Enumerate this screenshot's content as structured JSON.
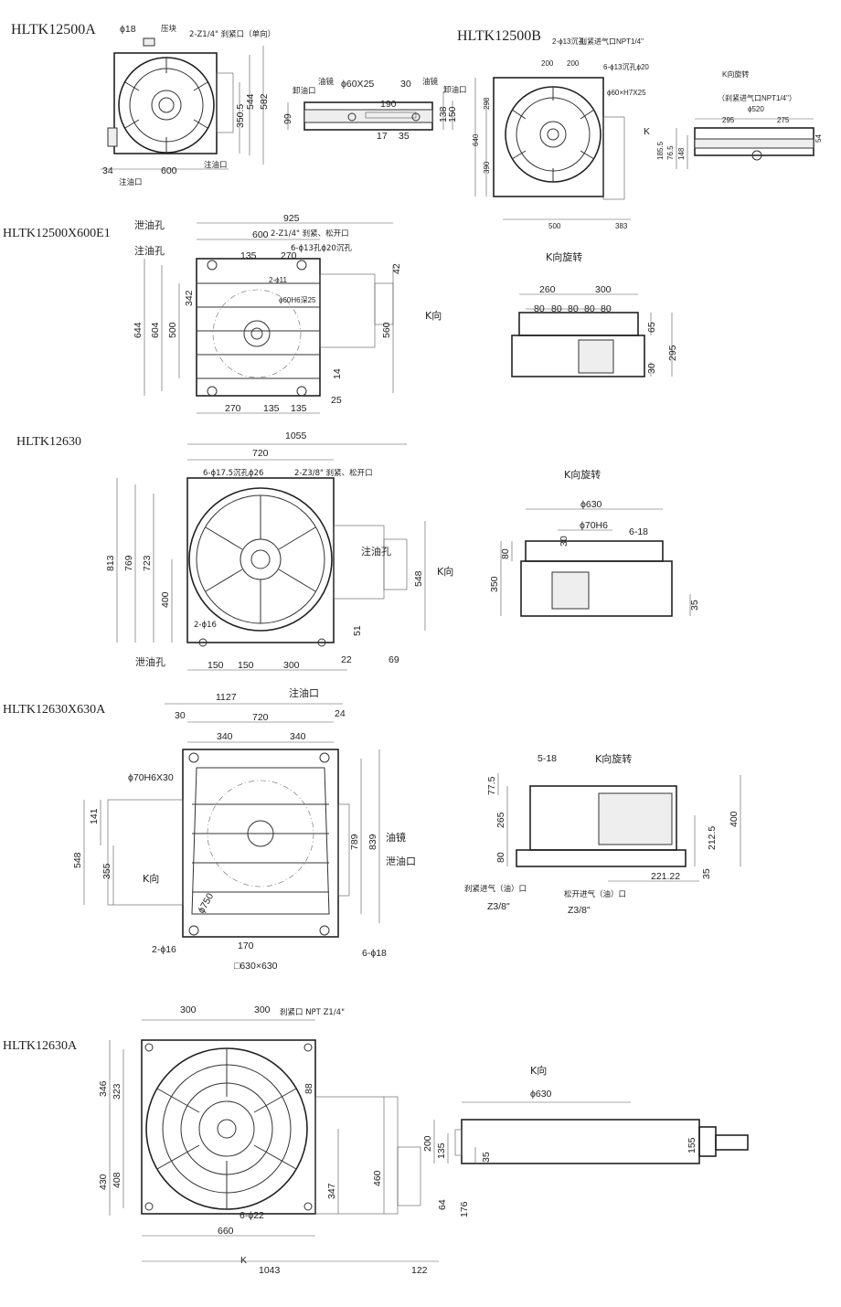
{
  "models": {
    "a": {
      "title": "HLTK12500A",
      "dims": [
        "ϕ18",
        "582",
        "544",
        "350.5",
        "34",
        "600",
        "ϕ60X25",
        "30",
        "190",
        "17",
        "35",
        "99",
        "138",
        "150"
      ],
      "labels": [
        "压块",
        "2-Z1/4\" 刹紧口（单向）",
        "注油口",
        "注油口",
        "卸油口",
        "油镜",
        "油镜",
        "卸油口"
      ]
    },
    "b": {
      "title": "HLTK12500B",
      "dims": [
        "200",
        "200",
        "640",
        "390",
        "298",
        "500",
        "383",
        "295",
        "275",
        "ϕ520",
        "148",
        "76.5",
        "185.5",
        "54"
      ],
      "labels": [
        "2-ϕ13沉孔",
        "刹紧进气口NPT1/4\"",
        "6-ϕ13沉孔ϕ20",
        "ϕ60×H7X25",
        "K",
        "K向旋转",
        "（刹紧进气口NPT1/4\"）"
      ]
    },
    "e1": {
      "title": "HLTK12500X600E1",
      "dims": [
        "925",
        "600",
        "135",
        "270",
        "2-ϕ11",
        "ϕ60H6深25",
        "42",
        "644",
        "604",
        "500",
        "342",
        "560",
        "14",
        "270",
        "135",
        "135",
        "25"
      ],
      "labels": [
        "泄油孔",
        "注油孔",
        "2-Z1/4\" 刹紧、松开口",
        "6-ϕ13孔ϕ20沉孔",
        "K向"
      ]
    },
    "e1k": {
      "title": "K向旋转",
      "dims": [
        "260",
        "300",
        "80",
        "80",
        "80",
        "80",
        "80",
        "65",
        "295",
        "30"
      ]
    },
    "t630": {
      "title": "HLTK12630",
      "dims": [
        "1055",
        "720",
        "813",
        "769",
        "723",
        "400",
        "548",
        "51",
        "150",
        "150",
        "300",
        "22",
        "69"
      ],
      "labels": [
        "6-ϕ17.5沉孔ϕ26",
        "2-Z3/8\" 刹紧、松开口",
        "注油孔",
        "K向",
        "2-ϕ16",
        "泄油孔"
      ]
    },
    "t630k": {
      "title": "K向旋转",
      "dims": [
        "ϕ630",
        "ϕ70H6",
        "6-18",
        "30",
        "80",
        "350",
        "35"
      ]
    },
    "t630x": {
      "title": "HLTK12630X630A",
      "dims": [
        "1127",
        "720",
        "30",
        "24",
        "340",
        "340",
        "ϕ70H6X30",
        "141",
        "548",
        "355",
        "789",
        "839",
        "ϕ750",
        "170",
        "2-ϕ16",
        "6-ϕ18",
        "□630×630"
      ],
      "labels": [
        "注油口",
        "油镜",
        "泄油口",
        "K向"
      ]
    },
    "t630xk": {
      "title": "K向旋转",
      "dims": [
        "5-18",
        "77.5",
        "265",
        "80",
        "400",
        "212.5",
        "221.22",
        "35",
        "Z3/8\"",
        "Z3/8\""
      ],
      "labels": [
        "刹紧进气（油）口",
        "松开进气（油）口"
      ]
    },
    "t630a": {
      "title": "HLTK12630A",
      "dims": [
        "300",
        "300",
        "346",
        "323",
        "430",
        "408",
        "88",
        "347",
        "460",
        "6-ϕ22",
        "660",
        "1043",
        "122",
        "64",
        "176"
      ],
      "labels": [
        "刹紧口 NPT Z1/4\"",
        "K"
      ]
    },
    "t630ak": {
      "title": "K向",
      "dims": [
        "ϕ630",
        "200",
        "135",
        "35",
        "155"
      ]
    }
  }
}
